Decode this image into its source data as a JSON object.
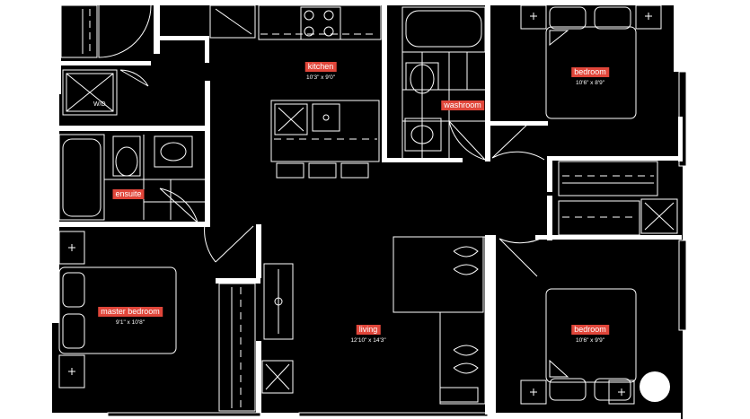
{
  "plan": {
    "rooms": {
      "kitchen": {
        "label": "kitchen",
        "dims": "10'3\" x 9'0\""
      },
      "washroom": {
        "label": "washroom"
      },
      "ensuite": {
        "label": "ensuite"
      },
      "bedroom_top": {
        "label": "bedroom",
        "dims": "10'6\" x 8'9\""
      },
      "bedroom_bottom": {
        "label": "bedroom",
        "dims": "10'6\" x 9'9\""
      },
      "master_bedroom": {
        "label": "master bedroom",
        "dims": "9'1\" x 10'8\""
      },
      "living": {
        "label": "living",
        "dims": "12'10\" x 14'3\""
      }
    },
    "laundry_label": "W/D"
  },
  "colors": {
    "background": "#000000",
    "lines": "#ffffff",
    "label_tag": "#e0463a"
  }
}
